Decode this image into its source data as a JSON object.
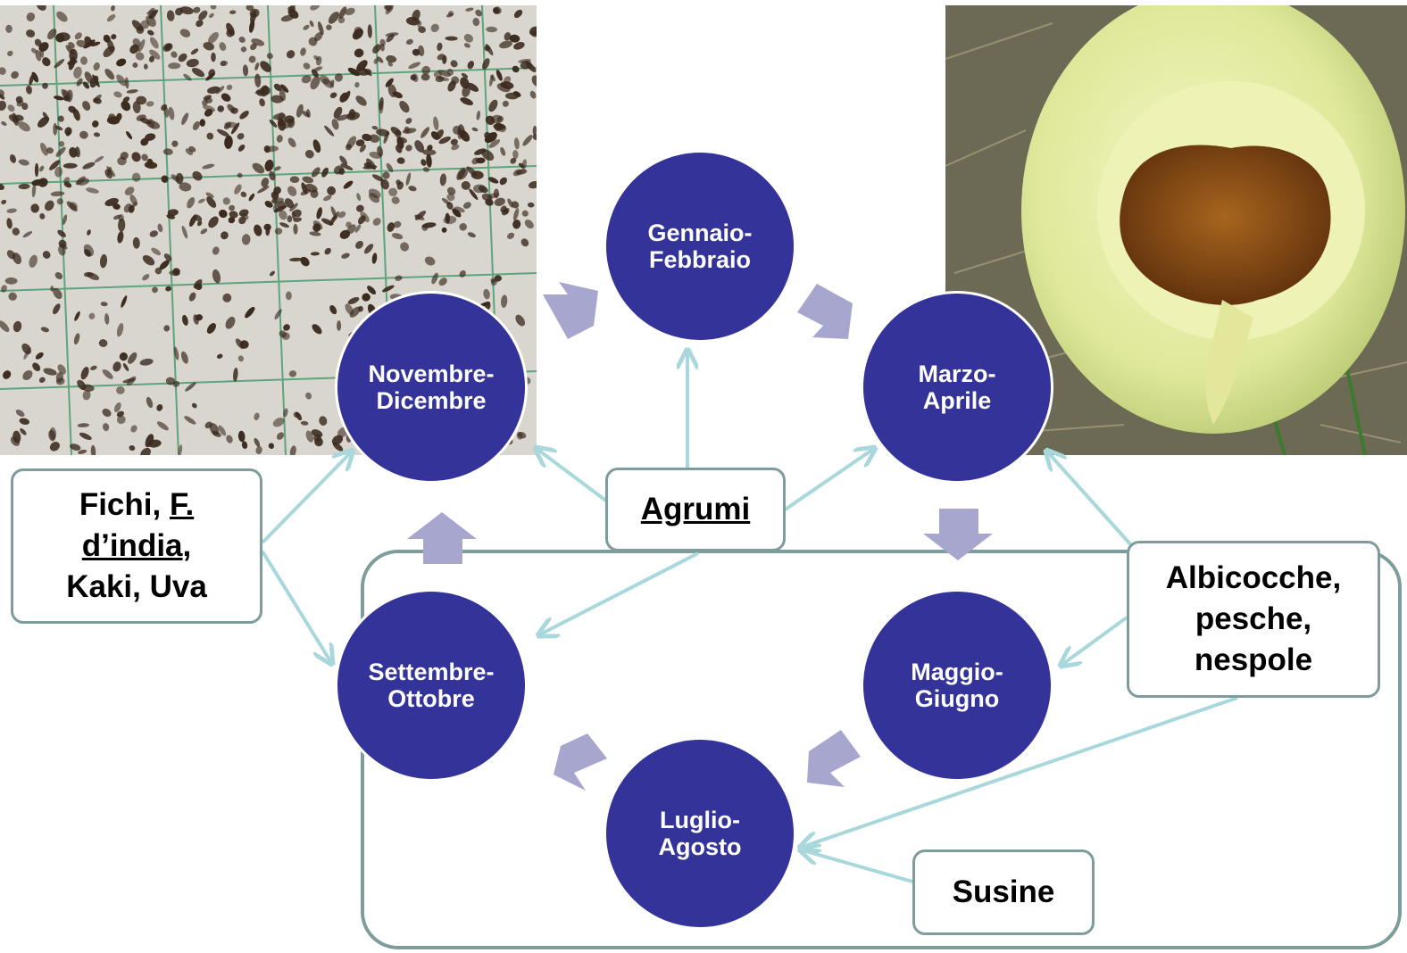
{
  "months": [
    {
      "id": "gen",
      "label": "Gennaio-\nFebbraio"
    },
    {
      "id": "mar",
      "label": "Marzo-\nAprile"
    },
    {
      "id": "mag",
      "label": "Maggio-\nGiugno"
    },
    {
      "id": "lug",
      "label": "Luglio-\nAgosto"
    },
    {
      "id": "set",
      "label": "Settembre-\nOttobre"
    },
    {
      "id": "nov",
      "label": "Novembre-\nDicembre"
    }
  ],
  "fruits": {
    "fichi": {
      "part1": "Fichi, ",
      "part2": "F.",
      "part3": "d’india",
      "part4": ",",
      "part5": "Kaki, Uva"
    },
    "agrumi": "Agrumi",
    "albicocche": {
      "line1": "Albicocche,",
      "line2": "pesche,",
      "line3": "nespole"
    },
    "susine": "Susine"
  },
  "colors": {
    "circle": "#333399",
    "cycle_arrow": "#a7a6cf",
    "connector": "#a9d8dc",
    "box_border": "#7e9c9c"
  },
  "icons": {
    "photo_left": "insect-trap-photo",
    "photo_right": "damaged-fruit-photo"
  }
}
